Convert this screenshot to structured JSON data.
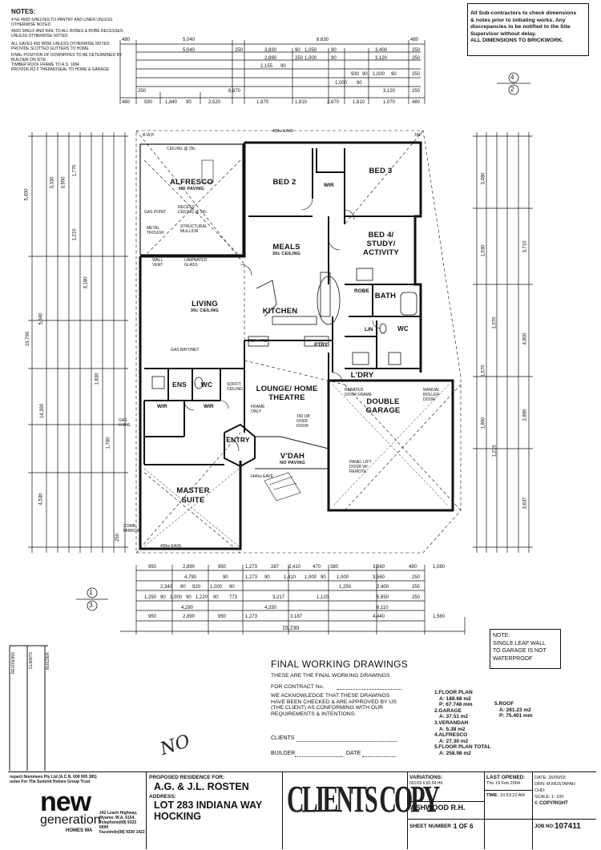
{
  "notes_top_left": {
    "heading": "NOTES:",
    "lines": [
      "4 No 450D SHELVES TO PANTRY AND LINEN UNLESS OTHERWISE NOTED",
      "450D SHELF AND RAIL TO ALL ROBES & ROBE RECESSES UNLESS OTHERWISE NOTED",
      "ALL EAVES 400 WIDE UNLESS OTHERWISE NOTED",
      "PROVIDE SLOTTED GUTTERS TO HOME",
      "FINAL POSITION OF DOWNPIPES TO BE DETERMINED BY BUILDER ON SITE",
      "TIMBER ROOF FRAME TO A.S. 1684",
      "PROVIDE R2.5 THERMOSEAL TO HOME & GARAGE"
    ]
  },
  "notes_top_right": {
    "lines": [
      "All Sub-contractors to check dimensions",
      "& notes prior to initiating works. Any",
      "discrepancies to be notified to the Site",
      "Supervisor without delay.",
      "ALL DIMENSIONS TO BRICKWORK."
    ]
  },
  "section_markers": {
    "top_right": [
      "4",
      "2"
    ],
    "left": [
      "1",
      "3"
    ]
  },
  "top_dims": {
    "row1": [
      "480",
      "5,040",
      "8,630",
      "480"
    ],
    "row2": [
      "5,040",
      "250",
      "3,830",
      "90",
      "1,050",
      "90",
      "3,400",
      "250"
    ],
    "row3": [
      "2,155",
      "90",
      "2,890",
      "250",
      "1,000",
      "90",
      "3,120",
      "250"
    ],
    "row4": [
      "930",
      "90",
      "1,000",
      "90",
      "250"
    ],
    "row5": [
      "250",
      "8,870",
      "1,000",
      "90",
      "3,120",
      "250"
    ],
    "row6": [
      "480",
      "590",
      "1,840",
      "90",
      "2,520",
      "1,870",
      "1,810",
      "2,670",
      "1,810",
      "1,070",
      "480"
    ]
  },
  "bottom_dims": {
    "row1": [
      "950",
      "2,890",
      "950",
      "1,273",
      "287",
      "2,410",
      "470",
      "380",
      "3,560",
      "480",
      "1,080"
    ],
    "row2": [
      "4,790",
      "90",
      "1,273",
      "90",
      "1,410",
      "1,000",
      "90",
      "1,000",
      "3,560",
      "250"
    ],
    "row3": [
      "2,340",
      "90",
      "920",
      "1,000",
      "90",
      "1,250",
      "2,400",
      "250"
    ],
    "row4": [
      "1,250",
      "90",
      "1,000",
      "90",
      "1,220",
      "90",
      "773",
      "3,217",
      "1,120",
      "5,650",
      "250"
    ],
    "row5": [
      "4,290",
      "4,330",
      "6,110"
    ],
    "row6": [
      "950",
      "2,890",
      "950",
      "1,273",
      "3,187",
      "4,440",
      "1,560"
    ],
    "row7": [
      "15,230"
    ]
  },
  "left_dims": [
    "19,790",
    "14,390",
    "5,400",
    "5,340",
    "4,530",
    "3,330",
    "3,950",
    "1,210",
    "1,770",
    "3,180",
    "1,830",
    "1,780",
    "250"
  ],
  "right_dims": [
    "3,480",
    "3,710",
    "4,800",
    "2,890",
    "3,637",
    "1,930",
    "1,070",
    "1,570",
    "1,890",
    "1,215"
  ],
  "rooms": {
    "alfresco": {
      "name": "ALFRESCO",
      "sub": "NO PAVING"
    },
    "bed2": {
      "name": "BED 2"
    },
    "bed3": {
      "name": "BED 3"
    },
    "meals": {
      "name": "MEALS",
      "sub": "30c CEILING"
    },
    "bed4": {
      "name": "BED 4/ STUDY/ ACTIVITY"
    },
    "living": {
      "name": "LIVING",
      "sub": "30c CEILING"
    },
    "kitchen": {
      "name": "KITCHEN"
    },
    "bath": {
      "name": "BATH"
    },
    "wc_top": {
      "name": "WC"
    },
    "ldry": {
      "name": "L'DRY"
    },
    "ens": {
      "name": "ENS"
    },
    "wc_ens": {
      "name": "WC"
    },
    "lounge": {
      "name": "LOUNGE/ HOME THEATRE"
    },
    "garage": {
      "name": "DOUBLE GARAGE"
    },
    "entry": {
      "name": "ENTRY"
    },
    "vdah": {
      "name": "V'DAH",
      "sub": "NO PAVING"
    },
    "master": {
      "name": "MASTER SUITE"
    },
    "ptry": {
      "name": "PTRY"
    },
    "robe": {
      "name": "ROBE"
    },
    "wir_bed2": {
      "name": "WIR"
    },
    "wir_ens1": {
      "name": "WIR"
    },
    "wir_ens2": {
      "name": "WIR"
    }
  },
  "plan_labels": {
    "eave_top": "400w EAVE",
    "eave_bottom": "400w EAVE",
    "eave_vdah": "1440w EAVE",
    "ceiling_alfresco": "CEILING @ 25c",
    "recess": "RECESS CEILING @ 30c",
    "structural_mullion": "STRUCTURAL MULLION",
    "laminated_glass": "LAMINATED GLASS",
    "wall_vent": "WALL VENT",
    "gas_point": "GAS POINT",
    "metal_trough": "METAL TROUGH",
    "gas_bayonet": "GAS BAYONET",
    "ref_frz": "REF / FRZ",
    "soffit_ceiling": "SOFFIT CEILING",
    "frame_only": "FRAME ONLY",
    "over_door": "150 UB OVER DOOR",
    "panel_lift": "PANEL LIFT DOOR W/- REMOTE",
    "rebated": "REBATED DOOR FRAME",
    "manual_roller": "MANUAL ROLLER DOOR",
    "rwp": "R.W.P.",
    "tap": "TAP",
    "comb_mirror": "COMB MIRROR",
    "gas_hws": "GAS H.W.S.",
    "linen": "LIN"
  },
  "note_box": {
    "lines": [
      "NOTE:",
      "SINGLE LEAF WALL",
      "TO GARAGE IS NOT",
      "WATERPROOF"
    ]
  },
  "fwd": {
    "title": "FINAL WORKING DRAWINGS",
    "line1": "THESE   ARE THE FINAL WORKING DRAWINGS",
    "line2": "FOR CONTRACT No.",
    "line3": "WE ACKNOWLEDGE THAT THESE DRAWINGS",
    "line4": "HAVE BEEN CHECKED & ARE APPROVED BY US",
    "line5": "(THE CLIENT) AS CONFORMING WITH OUR",
    "line6": "REQUIREMENTS & INTENTIONS.",
    "clients": "CLIENTS",
    "builder": "BUILDER",
    "date": "DATE"
  },
  "areas": [
    {
      "label": "1.FLOOR PLAN",
      "a": "A: 188.68 m2",
      "p": "P: 67.748 mm"
    },
    {
      "label": "2.GARAGE",
      "a": "A: 37.51 m2"
    },
    {
      "label": "3.VERANDAH",
      "a": "A: 5.38 m2"
    },
    {
      "label": "4.ALFRESCO",
      "a": "A: 27.30 m2"
    },
    {
      "label": "5.FLOOR PLAN TOTAL",
      "a": "A: 258.98 m2"
    }
  ],
  "roof": {
    "label": "5.ROOF",
    "a": "A: 281.23 m2",
    "p": "P: 75.401 mm"
  },
  "side_margin": {
    "col1": "REVISIONS",
    "col2": "CLIENTS",
    "col3": "BUILDER"
  },
  "handwritten": "NO",
  "title_block": {
    "company_line1": "ospect Nominees Pty Ltd (A.C.N. 008 905 385)",
    "company_line2": "ustee For The Summit Homes Group Trust",
    "logo_top": "new",
    "logo_bottom": "generation",
    "logo_sub": "HOMES WA",
    "address1": "242 Leach Highway,",
    "address2": "Myaree, W.A. 6154.",
    "address3": "Telephone(08) 9333 6699",
    "address4": "Facsimile(08) 9330 1422",
    "proposed_label": "PROPOSED RESIDENCE FOR:",
    "client_name": "A.G. & J.L. ROSTEN",
    "address_label": "ADDRESS:",
    "lot": "LOT 283 INDIANA WAY",
    "suburb": "HOCKING",
    "stamp": "CLIENTS COPY",
    "variations_label": "VARIATIONS:",
    "variations_val": "001/03 6.82.04 HK",
    "design": "ASHWOOD R.H.",
    "sheet_label": "SHEET NUMBER :",
    "sheet_val": "1  OF  6",
    "last_opened_label": "LAST OPENED:",
    "last_opened_val": "Thu 19 Feb 2004",
    "time_label": "TIME:",
    "time_val": "10:53:22 AM",
    "date_label": "DATE:",
    "date_val": "26/09/03",
    "drn_label": "DRN:",
    "drn_val": "M.MUSTAPAH",
    "chd_label": "CHD:",
    "chd_val": "",
    "scale_label": "SCALE:",
    "scale_val": "1: 100",
    "copyright": "© COPYRIGHT",
    "job_label": "JOB NO:",
    "job_val": "107411"
  }
}
